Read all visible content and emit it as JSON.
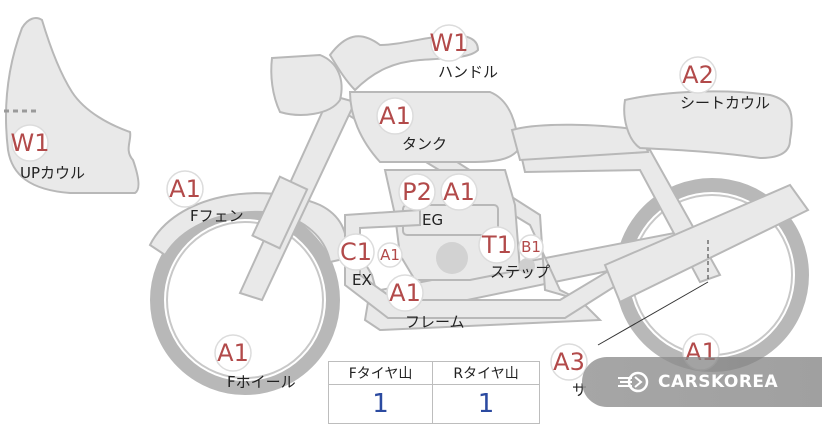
{
  "diagram": {
    "parts": [
      {
        "id": "handle",
        "badge": "W1",
        "label": "ハンドル"
      },
      {
        "id": "seatcowl",
        "badge": "A2",
        "label": "シートカウル"
      },
      {
        "id": "tank",
        "badge": "A1",
        "label": "タンク"
      },
      {
        "id": "upcowl",
        "badge": "W1",
        "label": "UPカウル"
      },
      {
        "id": "ffender",
        "badge": "A1",
        "label": "Fフェン"
      },
      {
        "id": "eg",
        "badge_1": "P2",
        "badge_2": "A1",
        "label": "EG"
      },
      {
        "id": "ex",
        "badge_1": "C1",
        "badge_2": "A1",
        "label": "EX"
      },
      {
        "id": "step",
        "badge_1": "T1",
        "badge_2": "B1",
        "label": "ステップ"
      },
      {
        "id": "frame",
        "badge": "A1",
        "label": "フレーム"
      },
      {
        "id": "fwheel",
        "badge": "A1",
        "label": "Fホイール"
      },
      {
        "id": "muffler",
        "badge": "A3",
        "label": "サ"
      },
      {
        "id": "rwheel",
        "badge": "A1"
      }
    ]
  },
  "tire_table": {
    "headers": [
      "Fタイヤ山",
      "Rタイヤ山"
    ],
    "values": [
      "1",
      "1"
    ]
  },
  "watermark": {
    "text": "CARSKOREA"
  },
  "colors": {
    "badge_text": "#b24a4a",
    "value_text": "#2b4aa0",
    "part_fill": "#e9e9e9",
    "part_stroke": "#b8b8b8"
  }
}
